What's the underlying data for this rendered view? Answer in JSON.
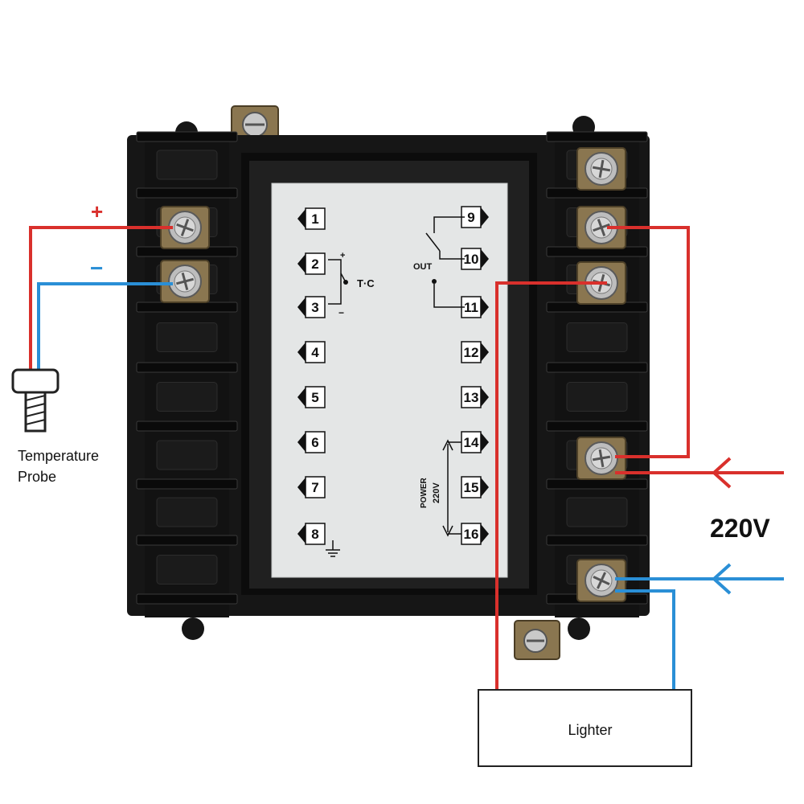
{
  "title": "",
  "labels": {
    "plus": "+",
    "minus": "−",
    "probe_line1": "Temperature",
    "probe_line2": "Probe",
    "voltage": "220V",
    "load": "Lighter",
    "tc": "T·C",
    "tc_plus": "+",
    "tc_minus": "−",
    "out": "OUT",
    "power_line1": "POWER",
    "power_line2": "220V"
  },
  "terminals": {
    "left": [
      "1",
      "2",
      "3",
      "4",
      "5",
      "6",
      "7",
      "8"
    ],
    "right": [
      "9",
      "10",
      "11",
      "12",
      "13",
      "14",
      "15",
      "16"
    ]
  },
  "colors": {
    "positive_wire": "#d9302c",
    "negative_wire": "#2a8fd6",
    "housing": "#161616",
    "label_plate": "#e4e6e6"
  }
}
